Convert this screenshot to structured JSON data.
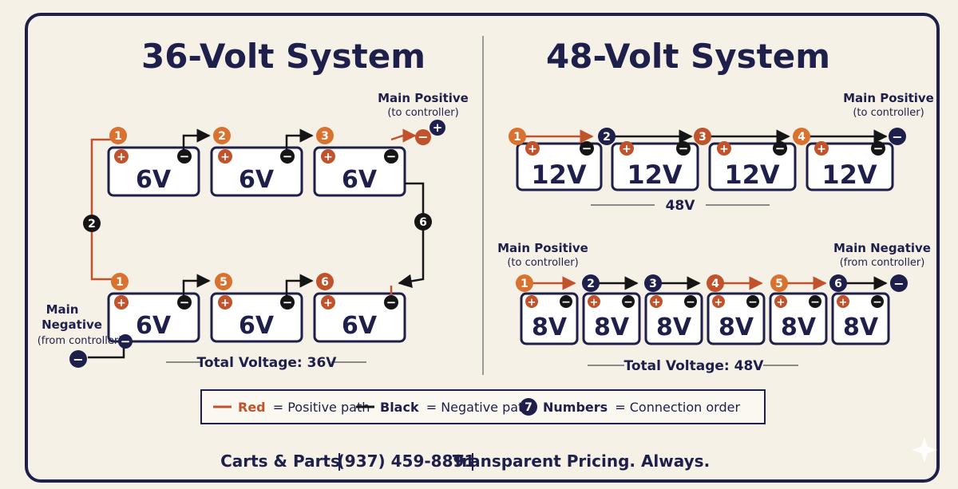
{
  "left": {
    "title": "36-Volt System",
    "main_positive": "Main Positive",
    "main_positive_sub": "(to controller)",
    "main_negative_1": "Main",
    "main_negative_2": "Negative",
    "main_negative_sub": "(from controller)",
    "battery_label": "6V",
    "total": "Total Voltage: 36V",
    "top_numbers": [
      "1",
      "2",
      "3"
    ],
    "bottom_numbers": [
      "1",
      "5",
      "6"
    ],
    "left_link": "2",
    "right_link": "6"
  },
  "right": {
    "title": "48-Volt System",
    "top": {
      "main_positive": "Main Positive",
      "main_positive_sub": "(to controller)",
      "battery_label": "12V",
      "numbers": [
        "1",
        "2",
        "3",
        "4"
      ],
      "sum_label": "48V"
    },
    "bottom": {
      "main_positive": "Main Positive",
      "main_positive_sub": "(to controller)",
      "main_negative": "Main Negative",
      "main_negative_sub": "(from controller)",
      "battery_label": "8V",
      "numbers": [
        "1",
        "2",
        "3",
        "4",
        "5",
        "6"
      ],
      "total": "Total Voltage: 48V"
    }
  },
  "legend": {
    "red_word": "Red",
    "red_text": "= Positive path",
    "black_word": "Black",
    "black_text": "= Negative path",
    "badge": "7",
    "numbers_word": "Numbers",
    "numbers_text": "= Connection order"
  },
  "footer": {
    "brand": "Carts & Parts",
    "phone": "(937) 459-8891",
    "tagline": "Transparent Pricing. Always."
  },
  "colors": {
    "navy": "#1e1f4a",
    "red": "#c0532b",
    "orange": "#d9722f",
    "black": "#151515",
    "background": "#f6f1e7"
  }
}
